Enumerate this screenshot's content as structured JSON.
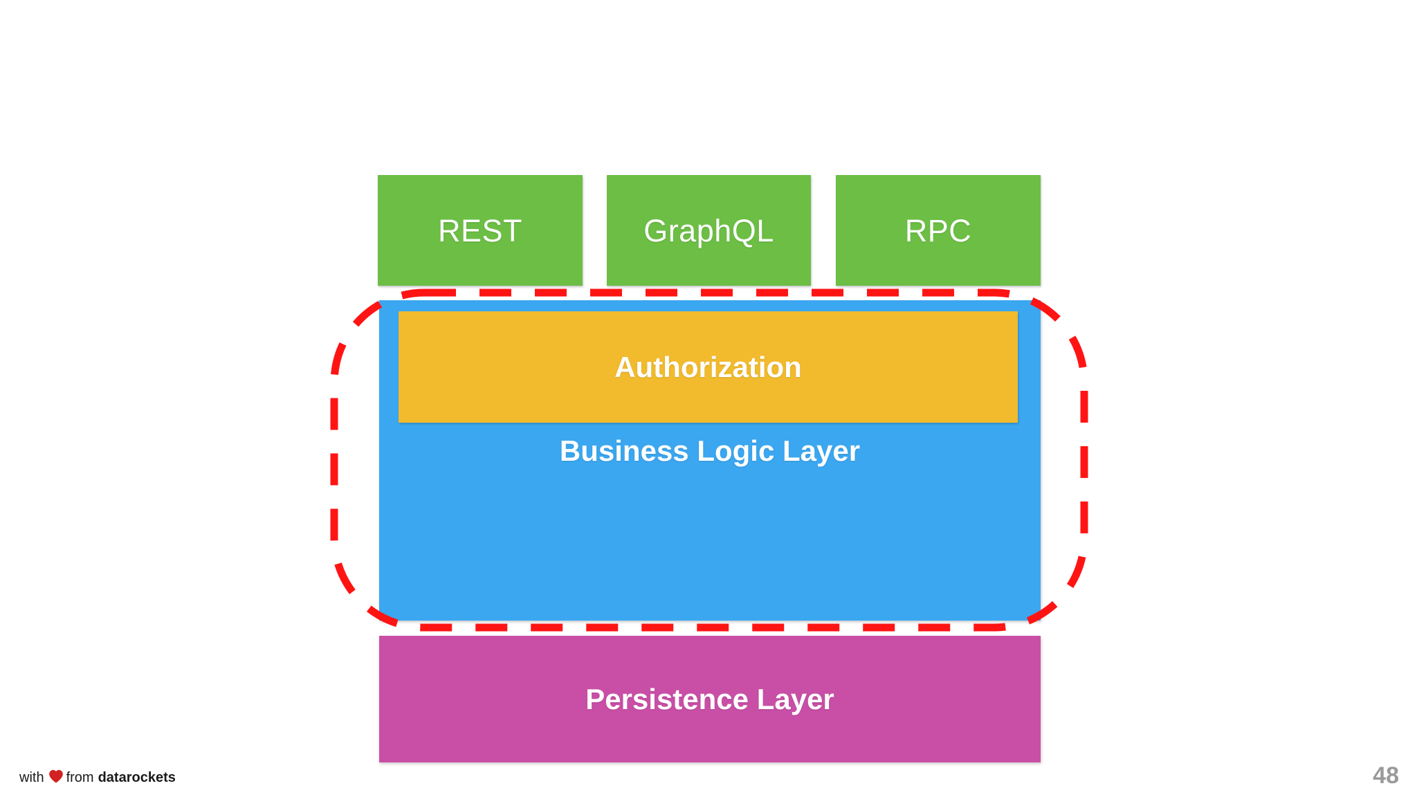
{
  "slide": {
    "page_number": "48",
    "background_color": "#FFFFFF"
  },
  "diagram": {
    "type": "layered-architecture",
    "api_layer": {
      "color": "#6CBE45",
      "boxes": [
        {
          "label": "REST",
          "name": "rest"
        },
        {
          "label": "GraphQL",
          "name": "graphql"
        },
        {
          "label": "RPC",
          "name": "rpc"
        }
      ]
    },
    "business_layer": {
      "label": "Business Logic Layer",
      "color": "#3BA7F0",
      "authorization": {
        "label": "Authorization",
        "color": "#F2BA2D"
      }
    },
    "persistence_layer": {
      "label": "Persistence Layer",
      "color": "#C94FA6"
    },
    "highlight": {
      "style": "dashed-rounded-rectangle",
      "color": "#FF1414",
      "target": "Business Logic Layer including Authorization"
    }
  },
  "footer": {
    "credit_with": "with",
    "heart_icon": "heart-icon",
    "heart_color": "#D32020",
    "credit_from": "from",
    "credit_brand": "datarockets"
  }
}
